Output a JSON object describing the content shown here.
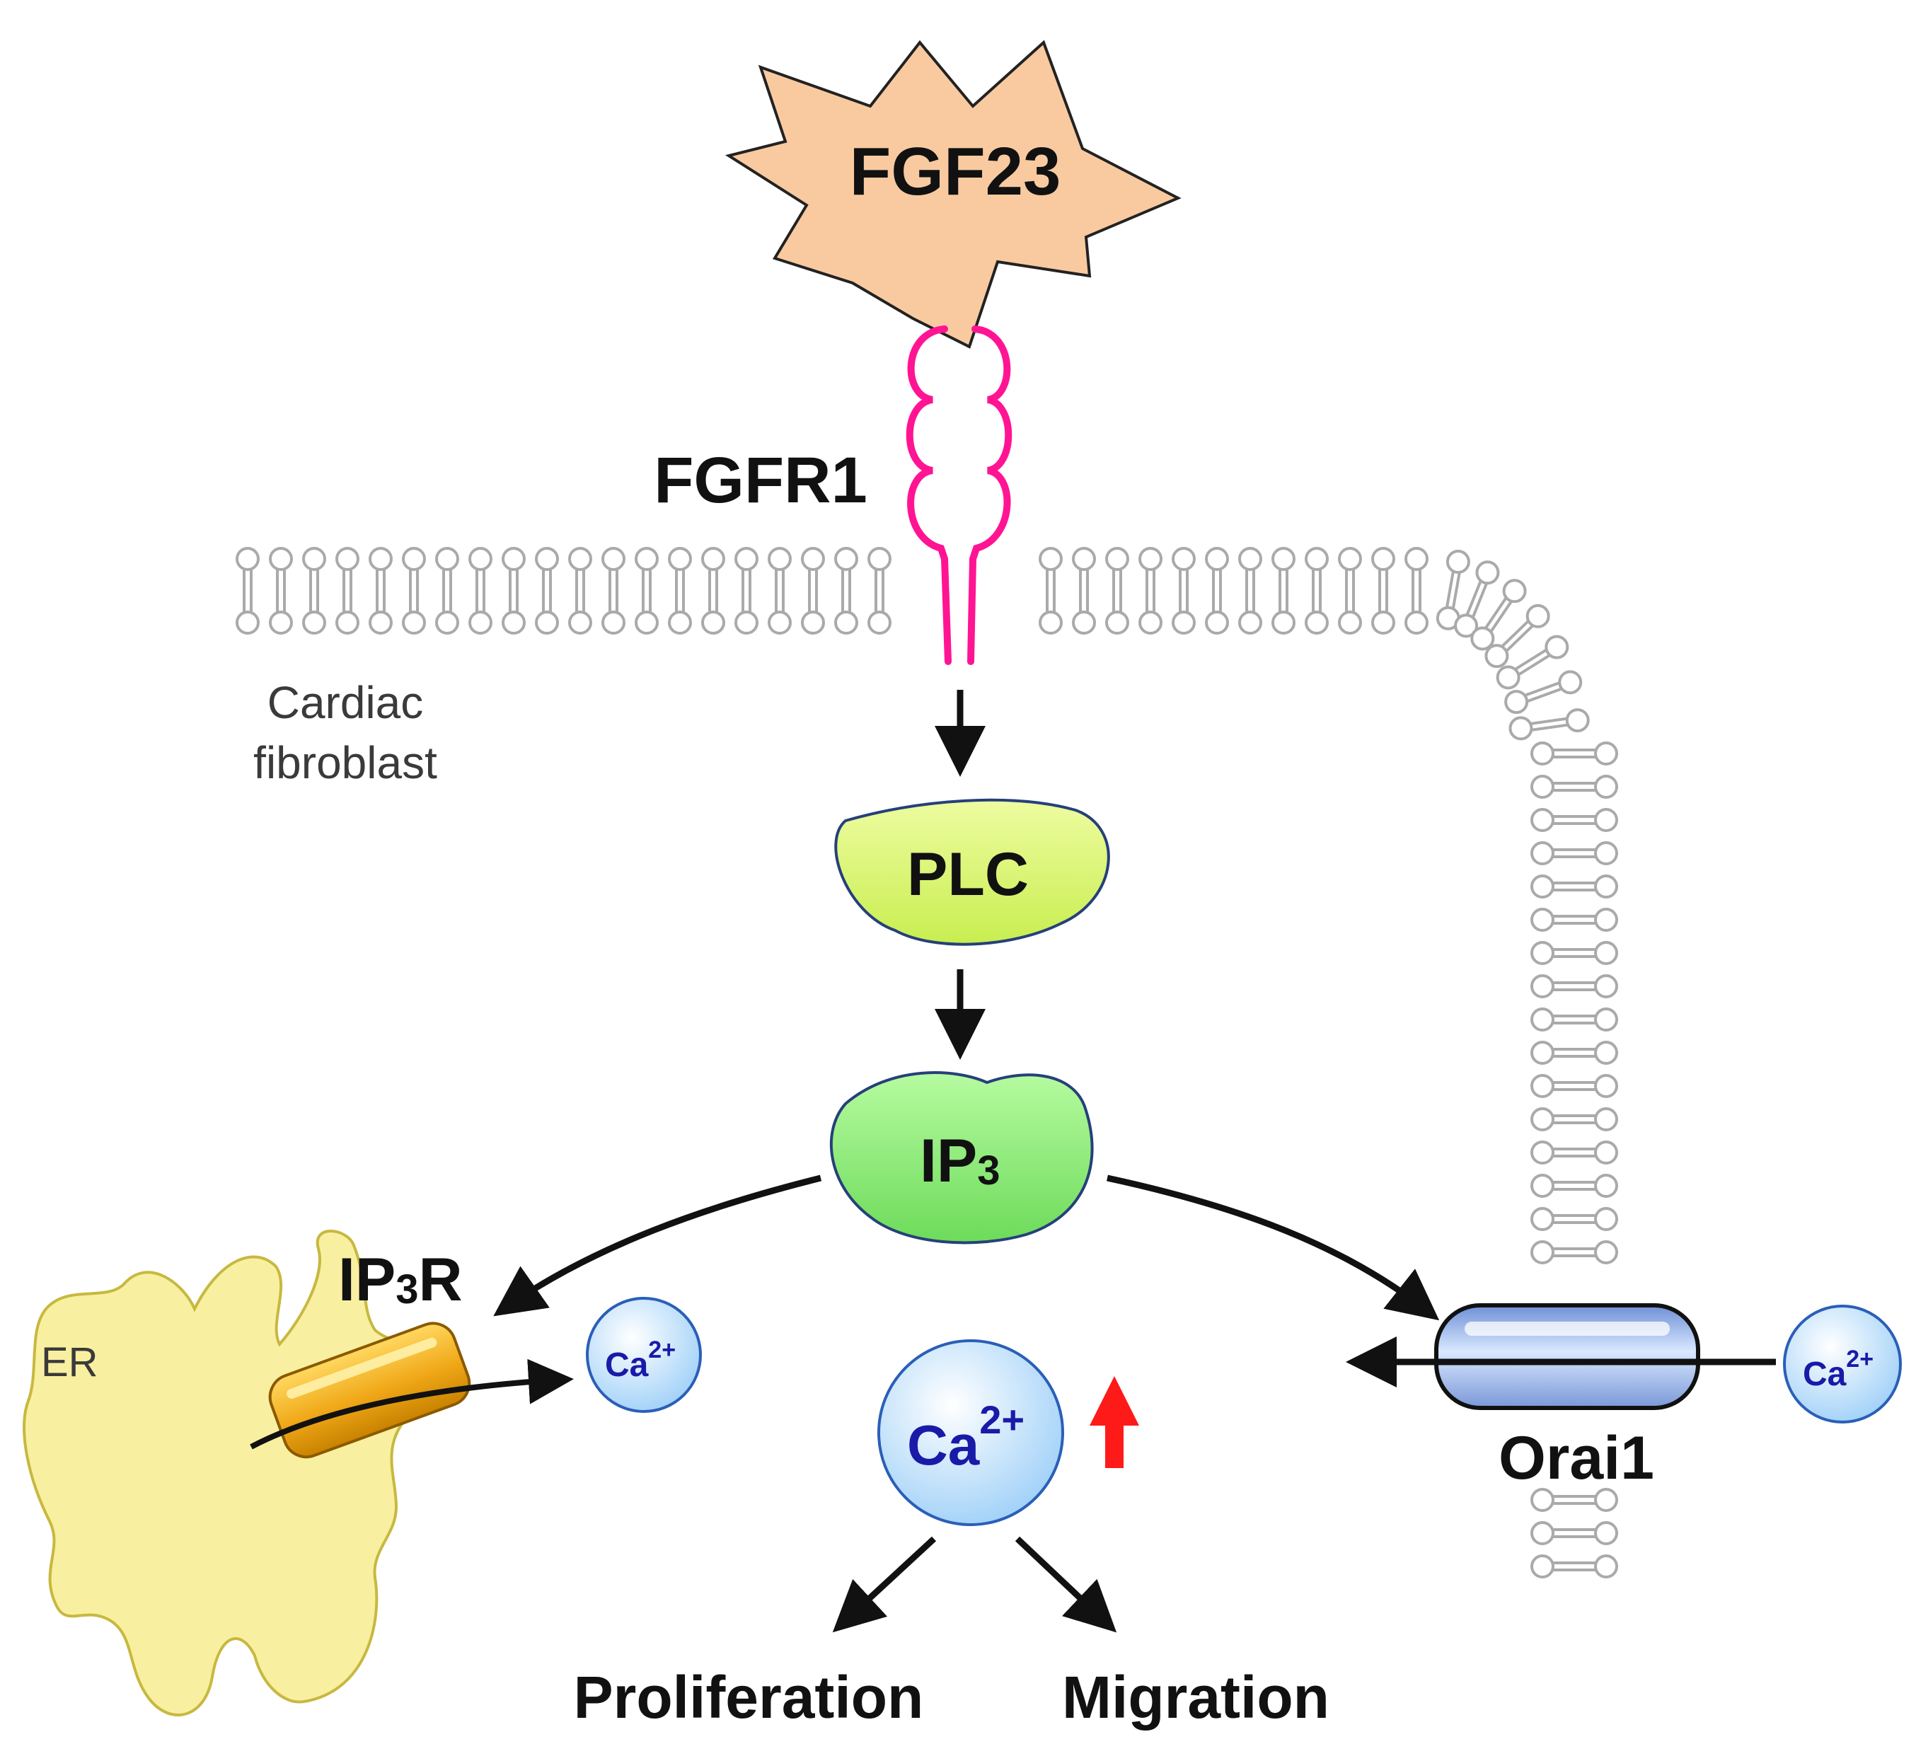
{
  "labels": {
    "ligand": "FGF23",
    "receptor": "FGFR1",
    "cell": [
      "Cardiac",
      "fibroblast"
    ],
    "enzyme": "PLC",
    "messenger": {
      "main": "IP",
      "sub": "3"
    },
    "receptor_er": {
      "main": "IP",
      "sub": "3",
      "tail": "R"
    },
    "er": "ER",
    "channel": "Orai1",
    "outcome_left": "Proliferation",
    "outcome_right": "Migration",
    "calcium": {
      "base": "Ca",
      "charge": "2+"
    }
  },
  "colors": {
    "ligand_fill": "#f9caa0",
    "receptor": "#ff1493",
    "plc_fill": "#e0f77a",
    "ip3_fill": "#8ef07a",
    "er_fill": "#f8f0a0",
    "ip3r_fill": "#f4b820",
    "orai_fill": "#a9c6ee",
    "ca_fill": "#cce8ff",
    "ca_text": "#1a1aa8",
    "up_arrow": "#ff1a1a",
    "membrane": "#aaaaaa",
    "arrow": "#111111"
  },
  "icons": [
    "calcium-up-arrow-icon"
  ]
}
